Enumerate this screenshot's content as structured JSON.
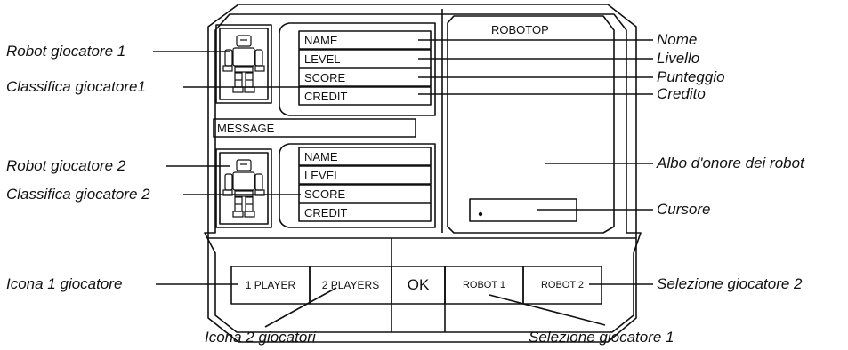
{
  "screen": {
    "player1": {
      "fields": [
        "NAME",
        "LEVEL",
        "SCORE",
        "CREDIT"
      ]
    },
    "message": "MESSAGE",
    "player2": {
      "fields": [
        "NAME",
        "LEVEL",
        "SCORE",
        "CREDIT"
      ]
    },
    "robotop": {
      "title": "ROBOTOP"
    },
    "buttons": {
      "one_player": "1 PLAYER",
      "two_players": "2 PLAYERS",
      "ok": "OK",
      "robot1": "ROBOT 1",
      "robot2": "ROBOT 2"
    }
  },
  "callouts_left": {
    "robot_p1": "Robot giocatore 1",
    "ranking_p1": "Classifica giocatore1",
    "robot_p2": "Robot giocatore 2",
    "ranking_p2": "Classifica giocatore 2",
    "icon_1player": "Icona 1 giocatore"
  },
  "callouts_right": {
    "name": "Nome",
    "level": "Livello",
    "score": "Punteggio",
    "credit": "Credito",
    "hall_of_fame": "Albo d'onore dei robot",
    "cursor": "Cursore",
    "select_p2": "Selezione giocatore 2"
  },
  "callouts_bottom": {
    "icon_2players": "Icona 2 giocatori",
    "select_p1": "Selezione giocatore 1"
  }
}
